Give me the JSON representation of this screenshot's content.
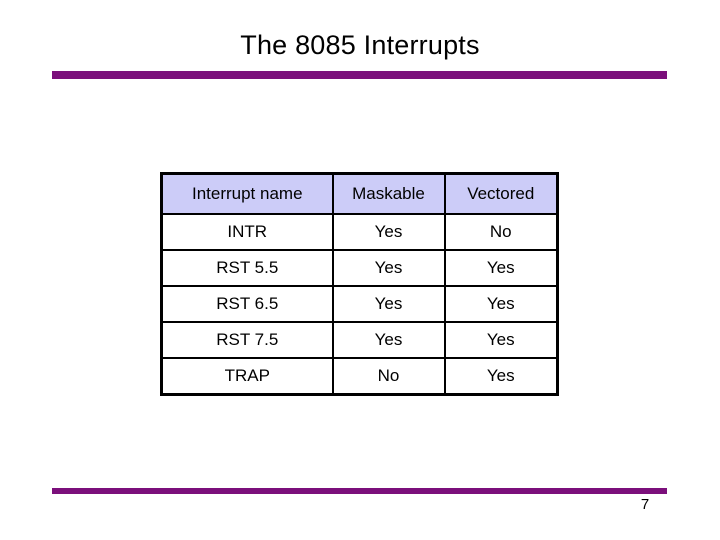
{
  "slide": {
    "title": "The 8085 Interrupts",
    "page_number": "7",
    "accent_color": "#7b0f7b",
    "header_fill": "#ccccf8",
    "yes_color": "#3a7a3a",
    "no_color": "#7a1a20"
  },
  "table": {
    "columns": [
      "Interrupt name",
      "Maskable",
      "Vectored"
    ],
    "rows": [
      {
        "name": "INTR",
        "maskable": "Yes",
        "vectored": "No"
      },
      {
        "name": "RST 5.5",
        "maskable": "Yes",
        "vectored": "Yes"
      },
      {
        "name": "RST 6.5",
        "maskable": "Yes",
        "vectored": "Yes"
      },
      {
        "name": "RST 7.5",
        "maskable": "Yes",
        "vectored": "Yes"
      },
      {
        "name": "TRAP",
        "maskable": "No",
        "vectored": "Yes"
      }
    ]
  }
}
